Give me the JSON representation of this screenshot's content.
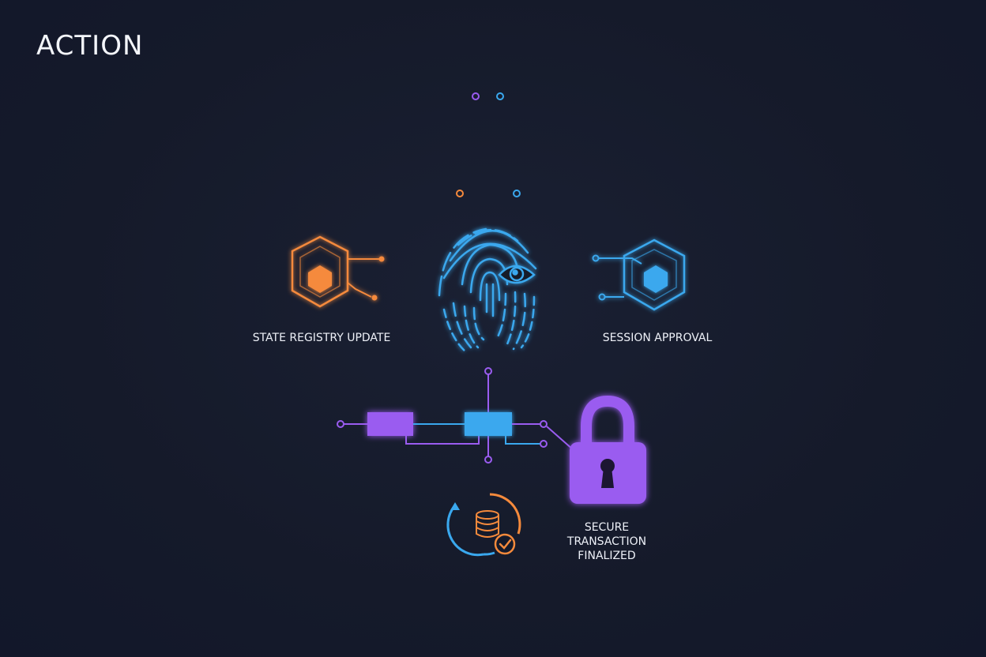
{
  "title": "ACTION",
  "nodes": {
    "state_registry": {
      "label": "STATE REGISTRY UPDATE"
    },
    "session_approval": {
      "label": "SESSION APPROVAL"
    },
    "secure_transaction": {
      "label_lines": [
        "SECURE",
        "TRANSACTION",
        "FINALIZED"
      ]
    }
  },
  "colors": {
    "background": "#151a2a",
    "orange": "#f58a3c",
    "blue": "#3aa8ee",
    "purple": "#9a5cf0",
    "text": "#eef1f8"
  },
  "icons": {
    "state_registry": "hexagon-circuit-icon",
    "biometric": "fingerprint-eye-icon",
    "session_approval": "hexagon-circuit-icon",
    "circuit": "circuit-blocks-icon",
    "lock": "padlock-icon",
    "database_sync": "database-sync-check-icon"
  }
}
